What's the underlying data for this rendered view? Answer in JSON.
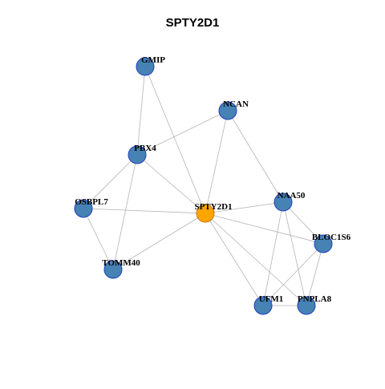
{
  "title": "SPTY2D1",
  "colors": {
    "hub_fill": "#FFA500",
    "hub_stroke": "#C8781A",
    "node_fill": "#4682B4",
    "node_stroke": "#1F3FBF",
    "edge": "#B4B4B4"
  },
  "hub": "SPTY2D1",
  "nodes": [
    "GMIP",
    "NCAN",
    "PBX4",
    "OSBPL7",
    "SPTY2D1",
    "NAA50",
    "BLOC1S6",
    "TOMM40",
    "UFM1",
    "PNPLA8"
  ],
  "edges": [
    [
      "GMIP",
      "PBX4"
    ],
    [
      "GMIP",
      "SPTY2D1"
    ],
    [
      "NCAN",
      "PBX4"
    ],
    [
      "NCAN",
      "SPTY2D1"
    ],
    [
      "NCAN",
      "NAA50"
    ],
    [
      "PBX4",
      "OSBPL7"
    ],
    [
      "PBX4",
      "TOMM40"
    ],
    [
      "PBX4",
      "SPTY2D1"
    ],
    [
      "OSBPL7",
      "SPTY2D1"
    ],
    [
      "OSBPL7",
      "TOMM40"
    ],
    [
      "TOMM40",
      "SPTY2D1"
    ],
    [
      "SPTY2D1",
      "NAA50"
    ],
    [
      "SPTY2D1",
      "BLOC1S6"
    ],
    [
      "SPTY2D1",
      "UFM1"
    ],
    [
      "SPTY2D1",
      "PNPLA8"
    ],
    [
      "NAA50",
      "BLOC1S6"
    ],
    [
      "NAA50",
      "UFM1"
    ],
    [
      "NAA50",
      "PNPLA8"
    ],
    [
      "BLOC1S6",
      "UFM1"
    ],
    [
      "BLOC1S6",
      "PNPLA8"
    ],
    [
      "UFM1",
      "PNPLA8"
    ]
  ]
}
